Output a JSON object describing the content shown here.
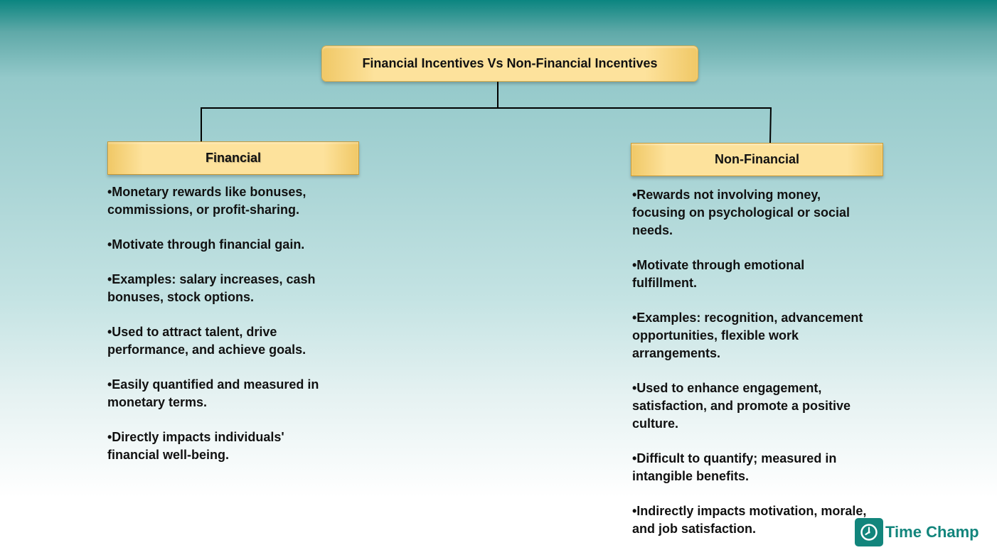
{
  "diagram": {
    "title": "Financial Incentives Vs Non-Financial Incentives",
    "left": {
      "heading": "Financial",
      "items": [
        "•Monetary rewards like bonuses, commissions, or profit-sharing.",
        "•Motivate through financial gain.",
        "•Examples: salary increases, cash bonuses, stock options.",
        "•Used to attract talent, drive performance, and achieve goals.",
        "•Easily quantified and measured in monetary terms.",
        "•Directly impacts individuals' financial well-being."
      ]
    },
    "right": {
      "heading": "Non-Financial",
      "items": [
        "•Rewards not involving money, focusing on psychological or social needs.",
        "•Motivate through emotional fulfillment.",
        "•Examples: recognition, advancement opportunities, flexible work arrangements.",
        "•Used to enhance engagement, satisfaction, and promote a positive culture.",
        "•Difficult to quantify; measured in intangible benefits.",
        "•Indirectly impacts motivation, morale, and job satisfaction."
      ]
    }
  },
  "branding": {
    "name": "Time Champ",
    "icon": "clock-icon",
    "color": "#12857c"
  },
  "colors": {
    "box_fill": "#fde29c",
    "box_edge": "#f0c866",
    "background_top": "#0b8580",
    "connector": "#000000"
  }
}
